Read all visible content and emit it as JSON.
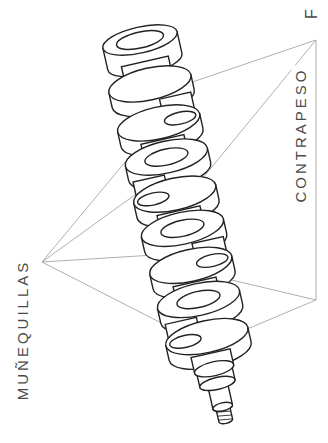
{
  "diagram": {
    "labels": [
      "MUÑEQUILLAS",
      "CONTRAPESO",
      "F"
    ]
  }
}
